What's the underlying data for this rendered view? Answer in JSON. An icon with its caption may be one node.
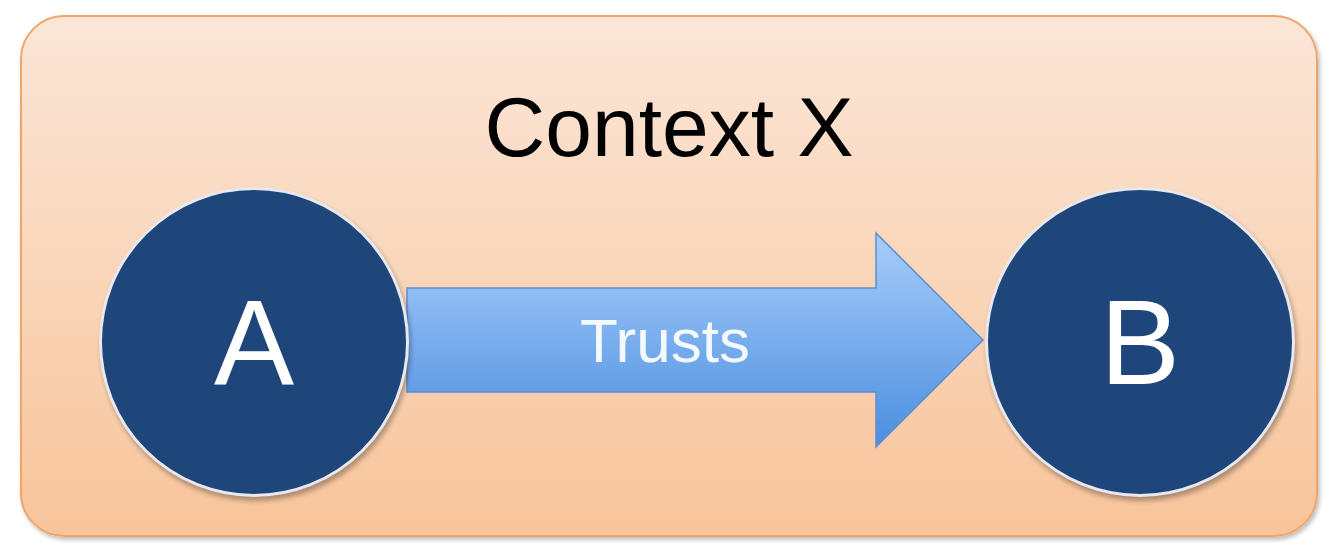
{
  "diagram": {
    "nodes": [
      {
        "text": [
          "Context X"
        ]
      },
      {
        "text": [
          "A"
        ],
        "in": 0
      },
      {
        "text": [
          "B"
        ],
        "in": 0
      }
    ],
    "edges": [
      {
        "from": 1,
        "to": 2,
        "arrow": "to",
        "label": "Trusts"
      }
    ]
  }
}
